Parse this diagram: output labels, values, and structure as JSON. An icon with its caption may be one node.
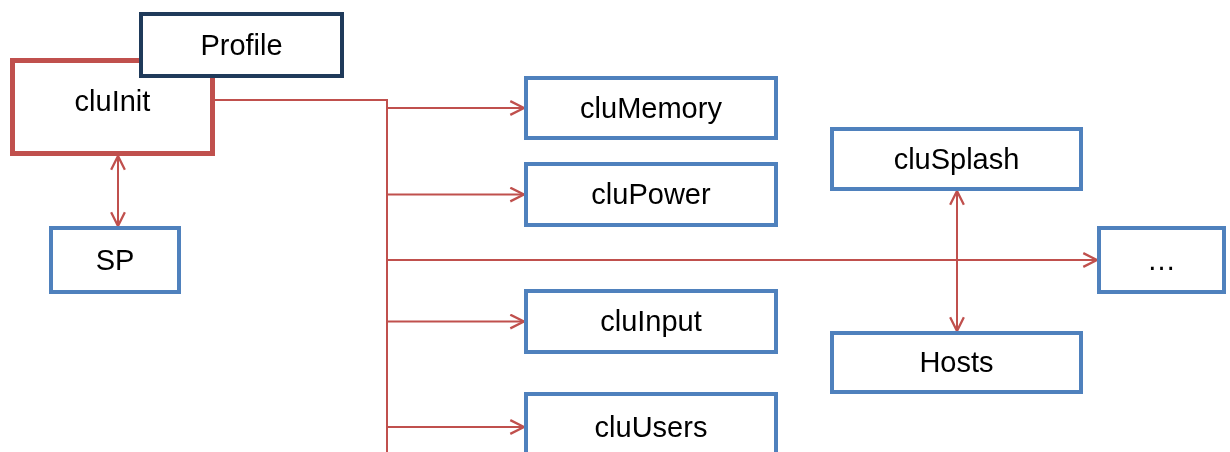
{
  "diagram": {
    "nodes": [
      {
        "text": [
          "cluInit"
        ]
      },
      {
        "text": [
          "Profile"
        ]
      },
      {
        "text": [
          "SP"
        ]
      },
      {
        "text": [
          "cluMemory"
        ]
      },
      {
        "text": [
          "cluPower"
        ]
      },
      {
        "text": [
          "cluSplash"
        ]
      },
      {
        "text": [
          "…"
        ]
      },
      {
        "text": [
          "cluInput"
        ]
      },
      {
        "text": [
          "Hosts"
        ]
      },
      {
        "text": [
          "cluUsers"
        ]
      }
    ],
    "edges": [
      {
        "from": 0,
        "to": 3,
        "arrow": "to"
      },
      {
        "from": 0,
        "to": 4,
        "arrow": "to"
      },
      {
        "from": 0,
        "to": 6,
        "arrow": "to"
      },
      {
        "from": 0,
        "to": 7,
        "arrow": "to"
      },
      {
        "from": 0,
        "to": 9,
        "arrow": "to"
      },
      {
        "from": 0,
        "to": 2,
        "arrow": "both"
      },
      {
        "from": 5,
        "to": 8,
        "arrow": "both"
      }
    ]
  }
}
